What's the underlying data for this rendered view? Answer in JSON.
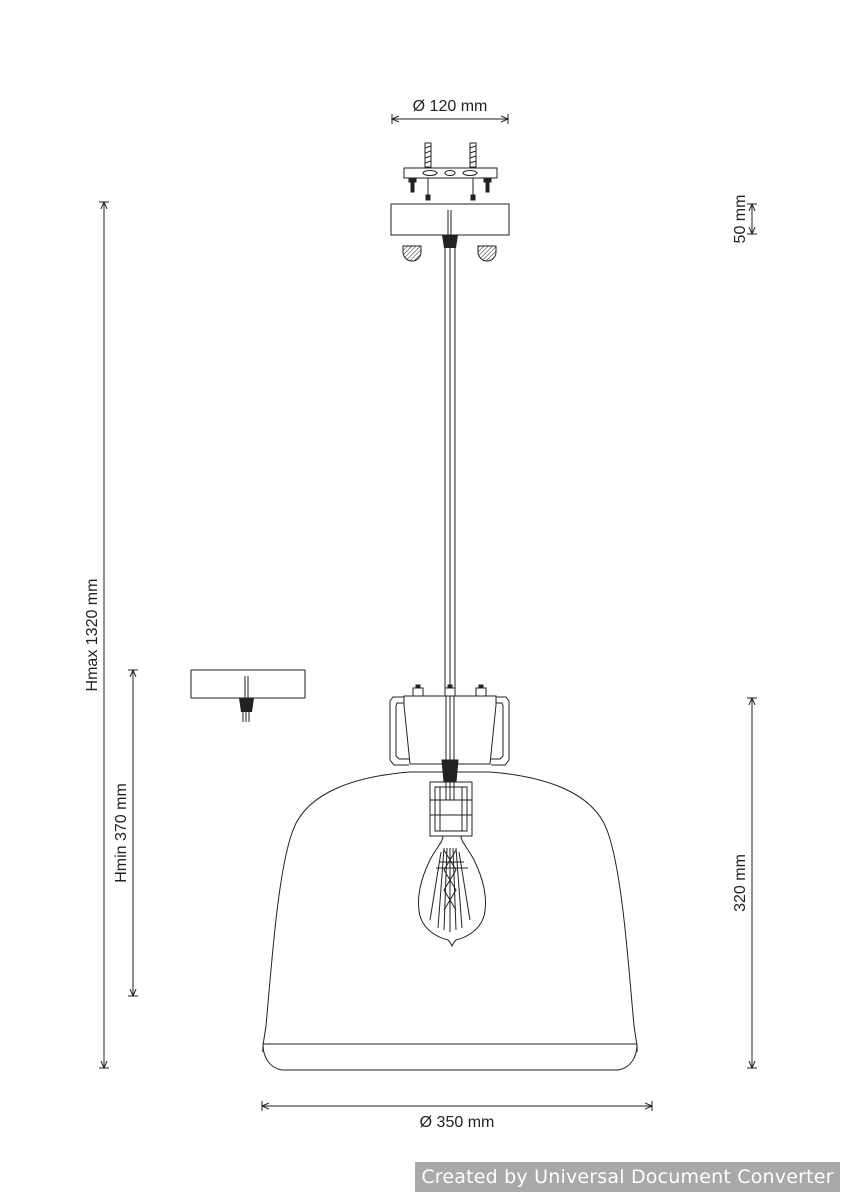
{
  "dimensions": {
    "canopy_diameter": "Ø 120 mm",
    "canopy_height": "50 mm",
    "height_max": "Hmax 1320 mm",
    "height_min": "Hmin 370 mm",
    "shade_height": "320 mm",
    "shade_diameter": "Ø 350 mm"
  },
  "watermark": "Created by Universal Document Converter",
  "colors": {
    "line": "#222222",
    "watermark_bg": "#a9a9a9"
  }
}
